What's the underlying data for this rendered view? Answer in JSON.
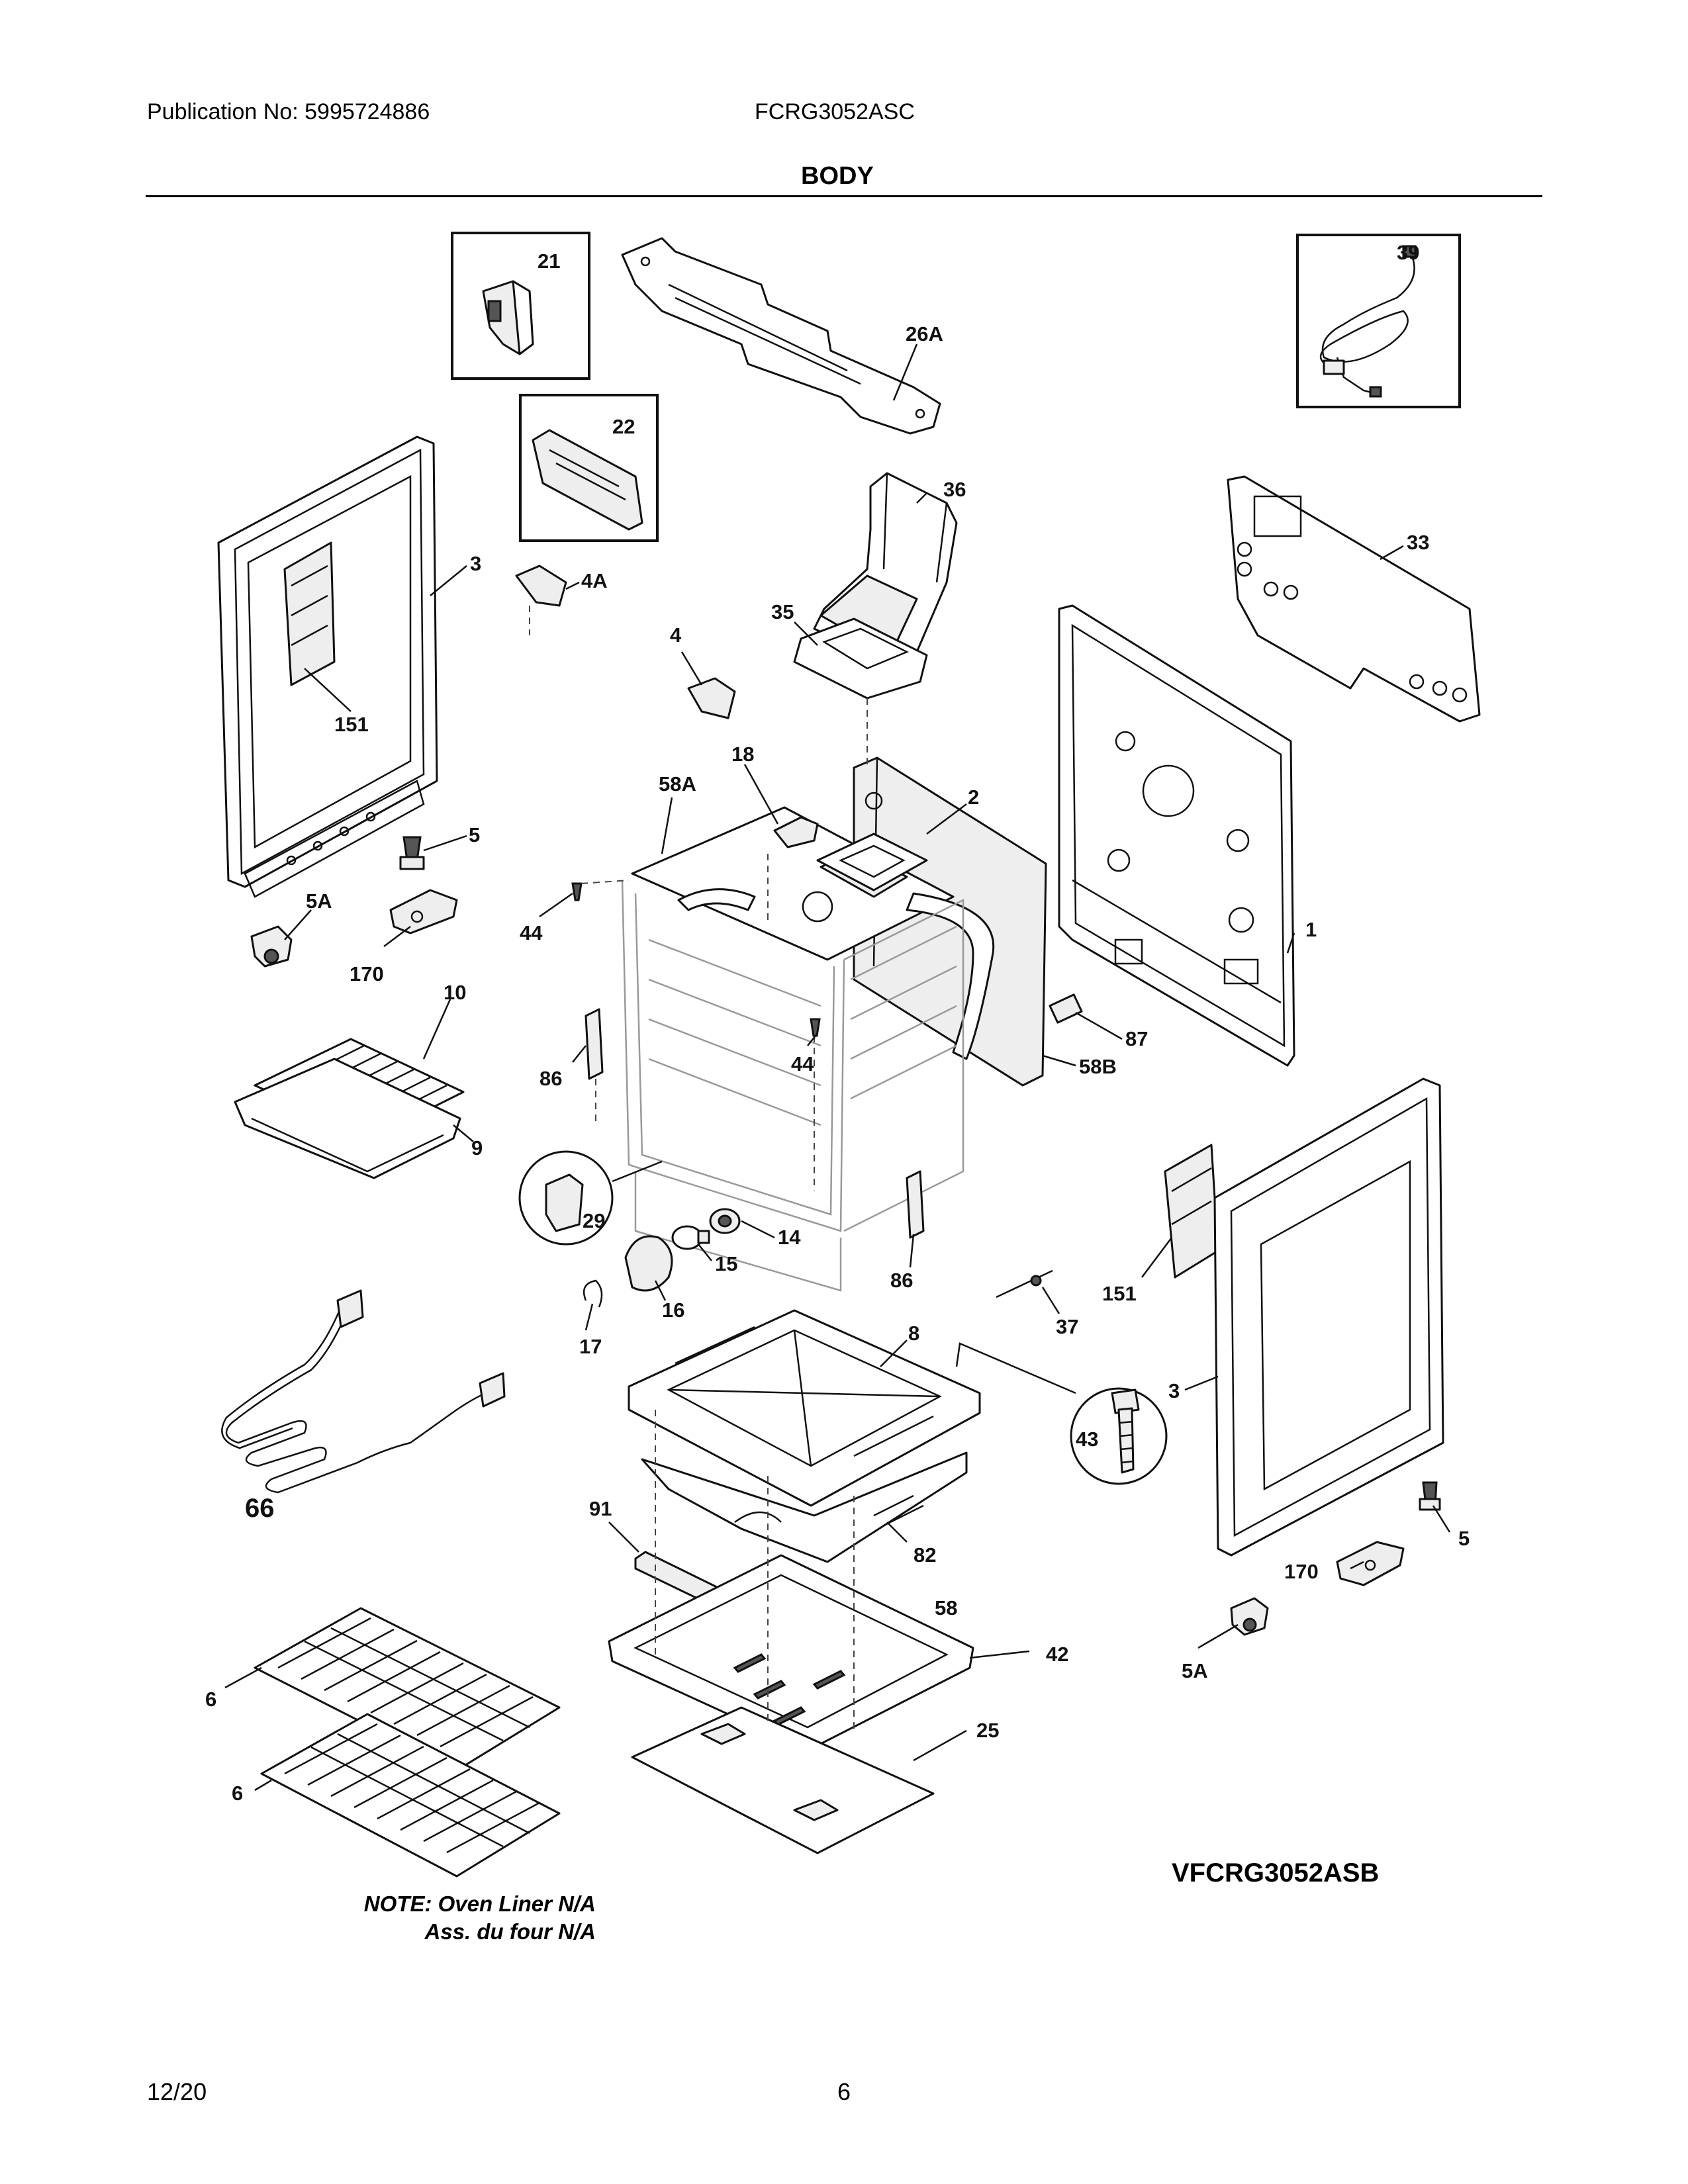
{
  "header": {
    "publication": "Publication No: 5995724886",
    "model": "FCRG3052ASC",
    "section_title": "BODY"
  },
  "callouts": {
    "c21": "21",
    "c26A": "26A",
    "c39": "39",
    "c22": "22",
    "c36": "36",
    "c33": "33",
    "c3_left": "3",
    "c4A": "4A",
    "c35": "35",
    "c4": "4",
    "c151_left": "151",
    "c18": "18",
    "c58A": "58A",
    "c2": "2",
    "c5_left": "5",
    "c5A_left": "5A",
    "c44_left": "44",
    "c1": "1",
    "c170_left": "170",
    "c10": "10",
    "c87": "87",
    "c86_left": "86",
    "c44_mid": "44",
    "c58B": "58B",
    "c9": "9",
    "c29": "29",
    "c14": "14",
    "c15": "15",
    "c86_mid": "86",
    "c151_right": "151",
    "c37": "37",
    "c16": "16",
    "c17": "17",
    "c8": "8",
    "c3_right": "3",
    "c43": "43",
    "c66": "66",
    "c91": "91",
    "c82": "82",
    "c5_right": "5",
    "c170_right": "170",
    "c58": "58",
    "c42": "42",
    "c5A_right": "5A",
    "c6_top": "6",
    "c25": "25",
    "c6_bottom": "6"
  },
  "note": {
    "line1": "NOTE: Oven Liner N/A",
    "line2": "Ass. du four N/A"
  },
  "model_variant": "VFCRG3052ASB",
  "footer": {
    "date": "12/20",
    "page": "6"
  }
}
